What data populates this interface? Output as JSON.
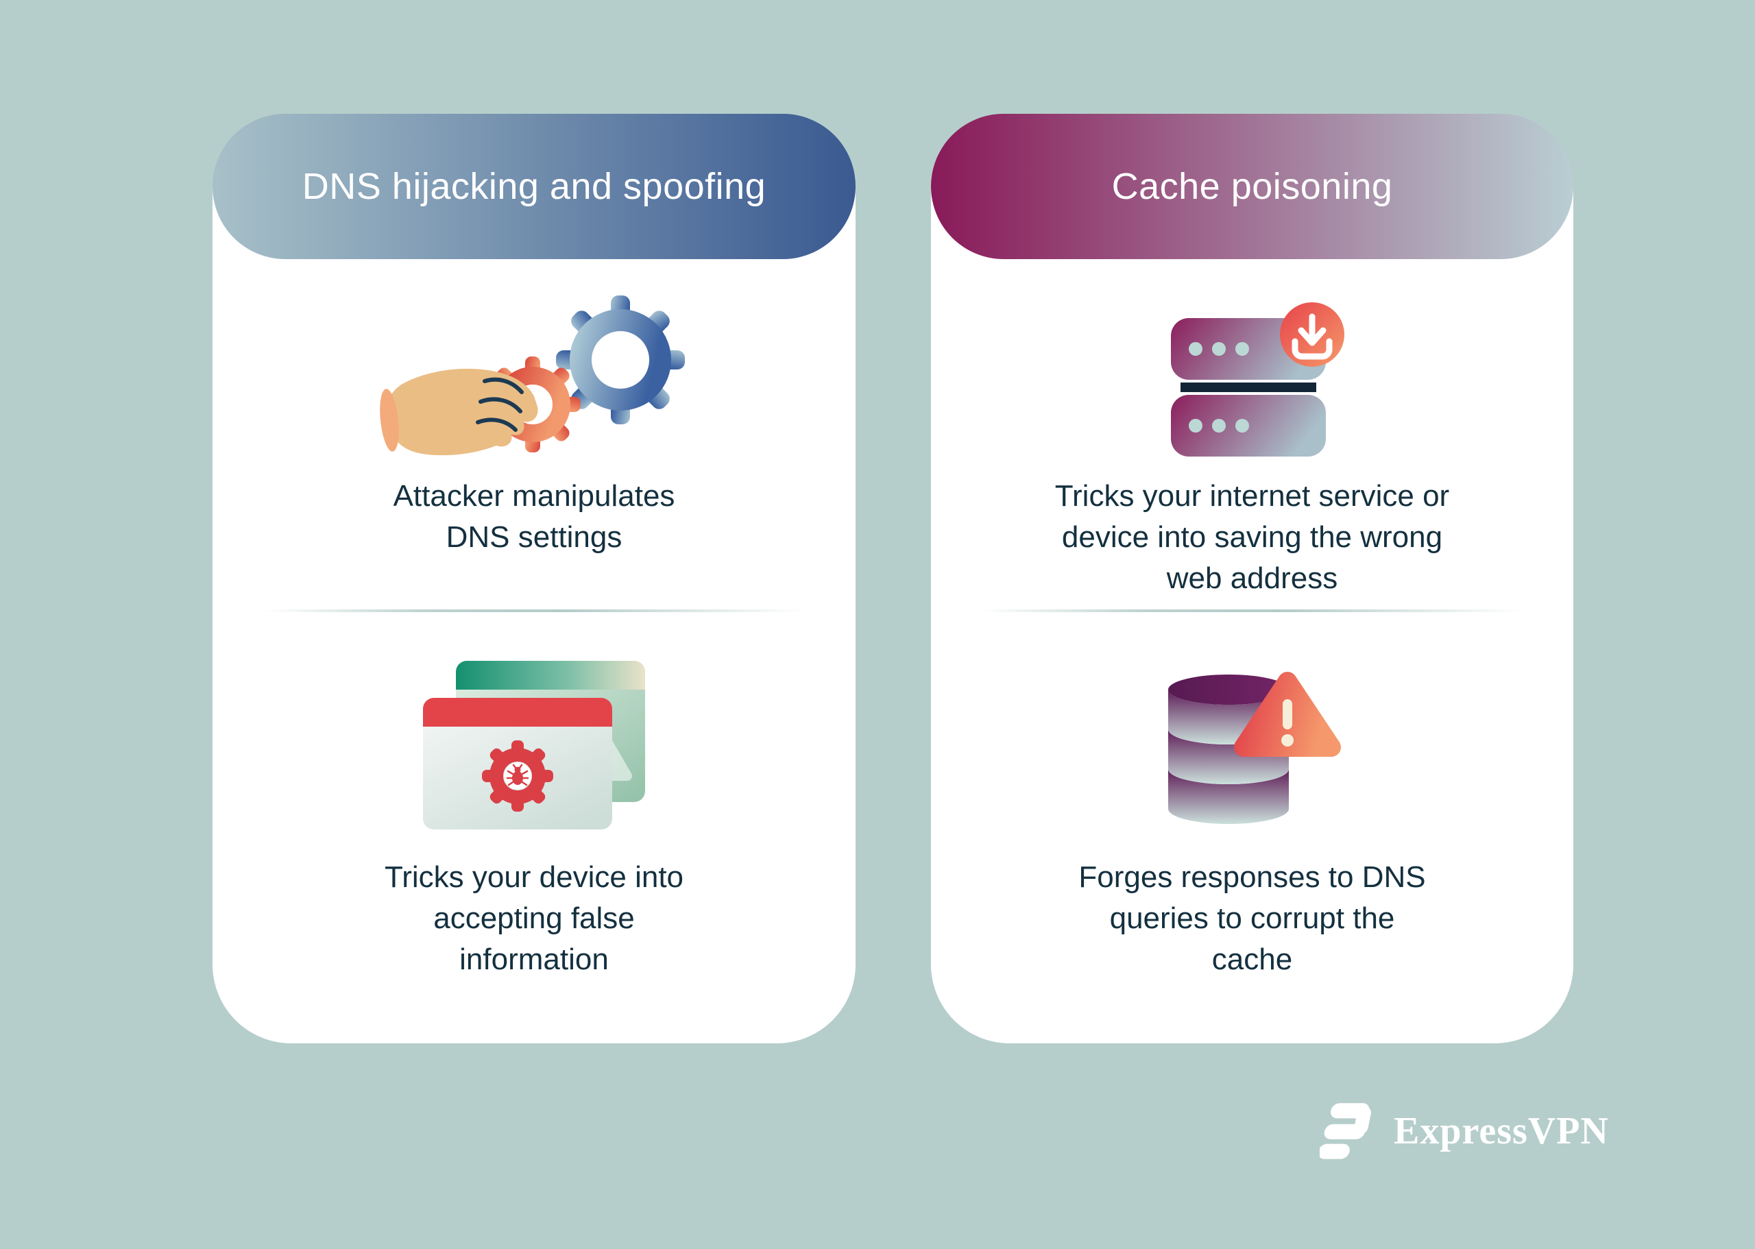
{
  "page": {
    "background": "#b6cecb",
    "card_background": "#ffffff",
    "text_color": "#14303f"
  },
  "cards": [
    {
      "header": "DNS hijacking and spoofing",
      "header_gradient": [
        "#a7c0c8",
        "#3a5a91"
      ],
      "sections": [
        {
          "icon": "hand-adjusting-gears-icon",
          "text": "Attacker manipulates\nDNS settings"
        },
        {
          "icon": "browser-malware-gear-icon",
          "text": "Tricks your device into\naccepting false\ninformation"
        }
      ]
    },
    {
      "header": "Cache poisoning",
      "header_gradient": [
        "#891a59",
        "#b9ced3"
      ],
      "sections": [
        {
          "icon": "server-download-icon",
          "text": "Tricks your internet service or\ndevice into saving the wrong\nweb address"
        },
        {
          "icon": "database-warning-icon",
          "text": "Forges responses to DNS\nqueries to corrupt the\ncache"
        }
      ]
    }
  ],
  "footer": {
    "brand_name": "ExpressVPN"
  },
  "icon_colors": {
    "gear_blue_gradient": [
      "#a9c6d4",
      "#3b61a1"
    ],
    "gear_red_gradient": [
      "#d8443a",
      "#f29a6e"
    ],
    "hand_skin": "#eabd85",
    "hand_wrist": "#f3ab7c",
    "hand_lines": "#1c3a52",
    "server_gradient": [
      "#8c1e5c",
      "#a9bfc9"
    ],
    "server_dots": "#bcd8d4",
    "server_bar": "#132638",
    "download_badge_gradient": [
      "#e7434b",
      "#f59a6a"
    ],
    "database_band_gradient": [
      "#5e1c57",
      "#cbe0dc"
    ],
    "warning_triangle_gradient": [
      "#e2414a",
      "#f5996c"
    ],
    "warning_exclamation": "#f6eed8",
    "browser_back_header": "#14906f",
    "browser_front_header": "#e2444a",
    "browser_gear_bug": "#da3f46"
  }
}
